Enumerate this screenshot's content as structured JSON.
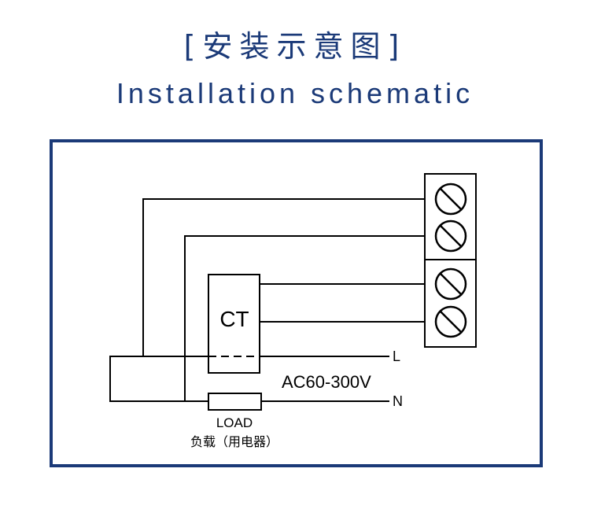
{
  "header": {
    "title_cn": "[安装示意图]",
    "title_en": "Installation schematic"
  },
  "diagram": {
    "ct_label": "CT",
    "line_L_label": "L",
    "line_N_label": "N",
    "voltage_label": "AC60-300V",
    "load_label": "LOAD",
    "load_label_cn": "负载（用电器）",
    "terminal_count": 4
  },
  "colors": {
    "title": "#1b3a78",
    "frame": "#1b3a78",
    "lines": "#000000"
  }
}
